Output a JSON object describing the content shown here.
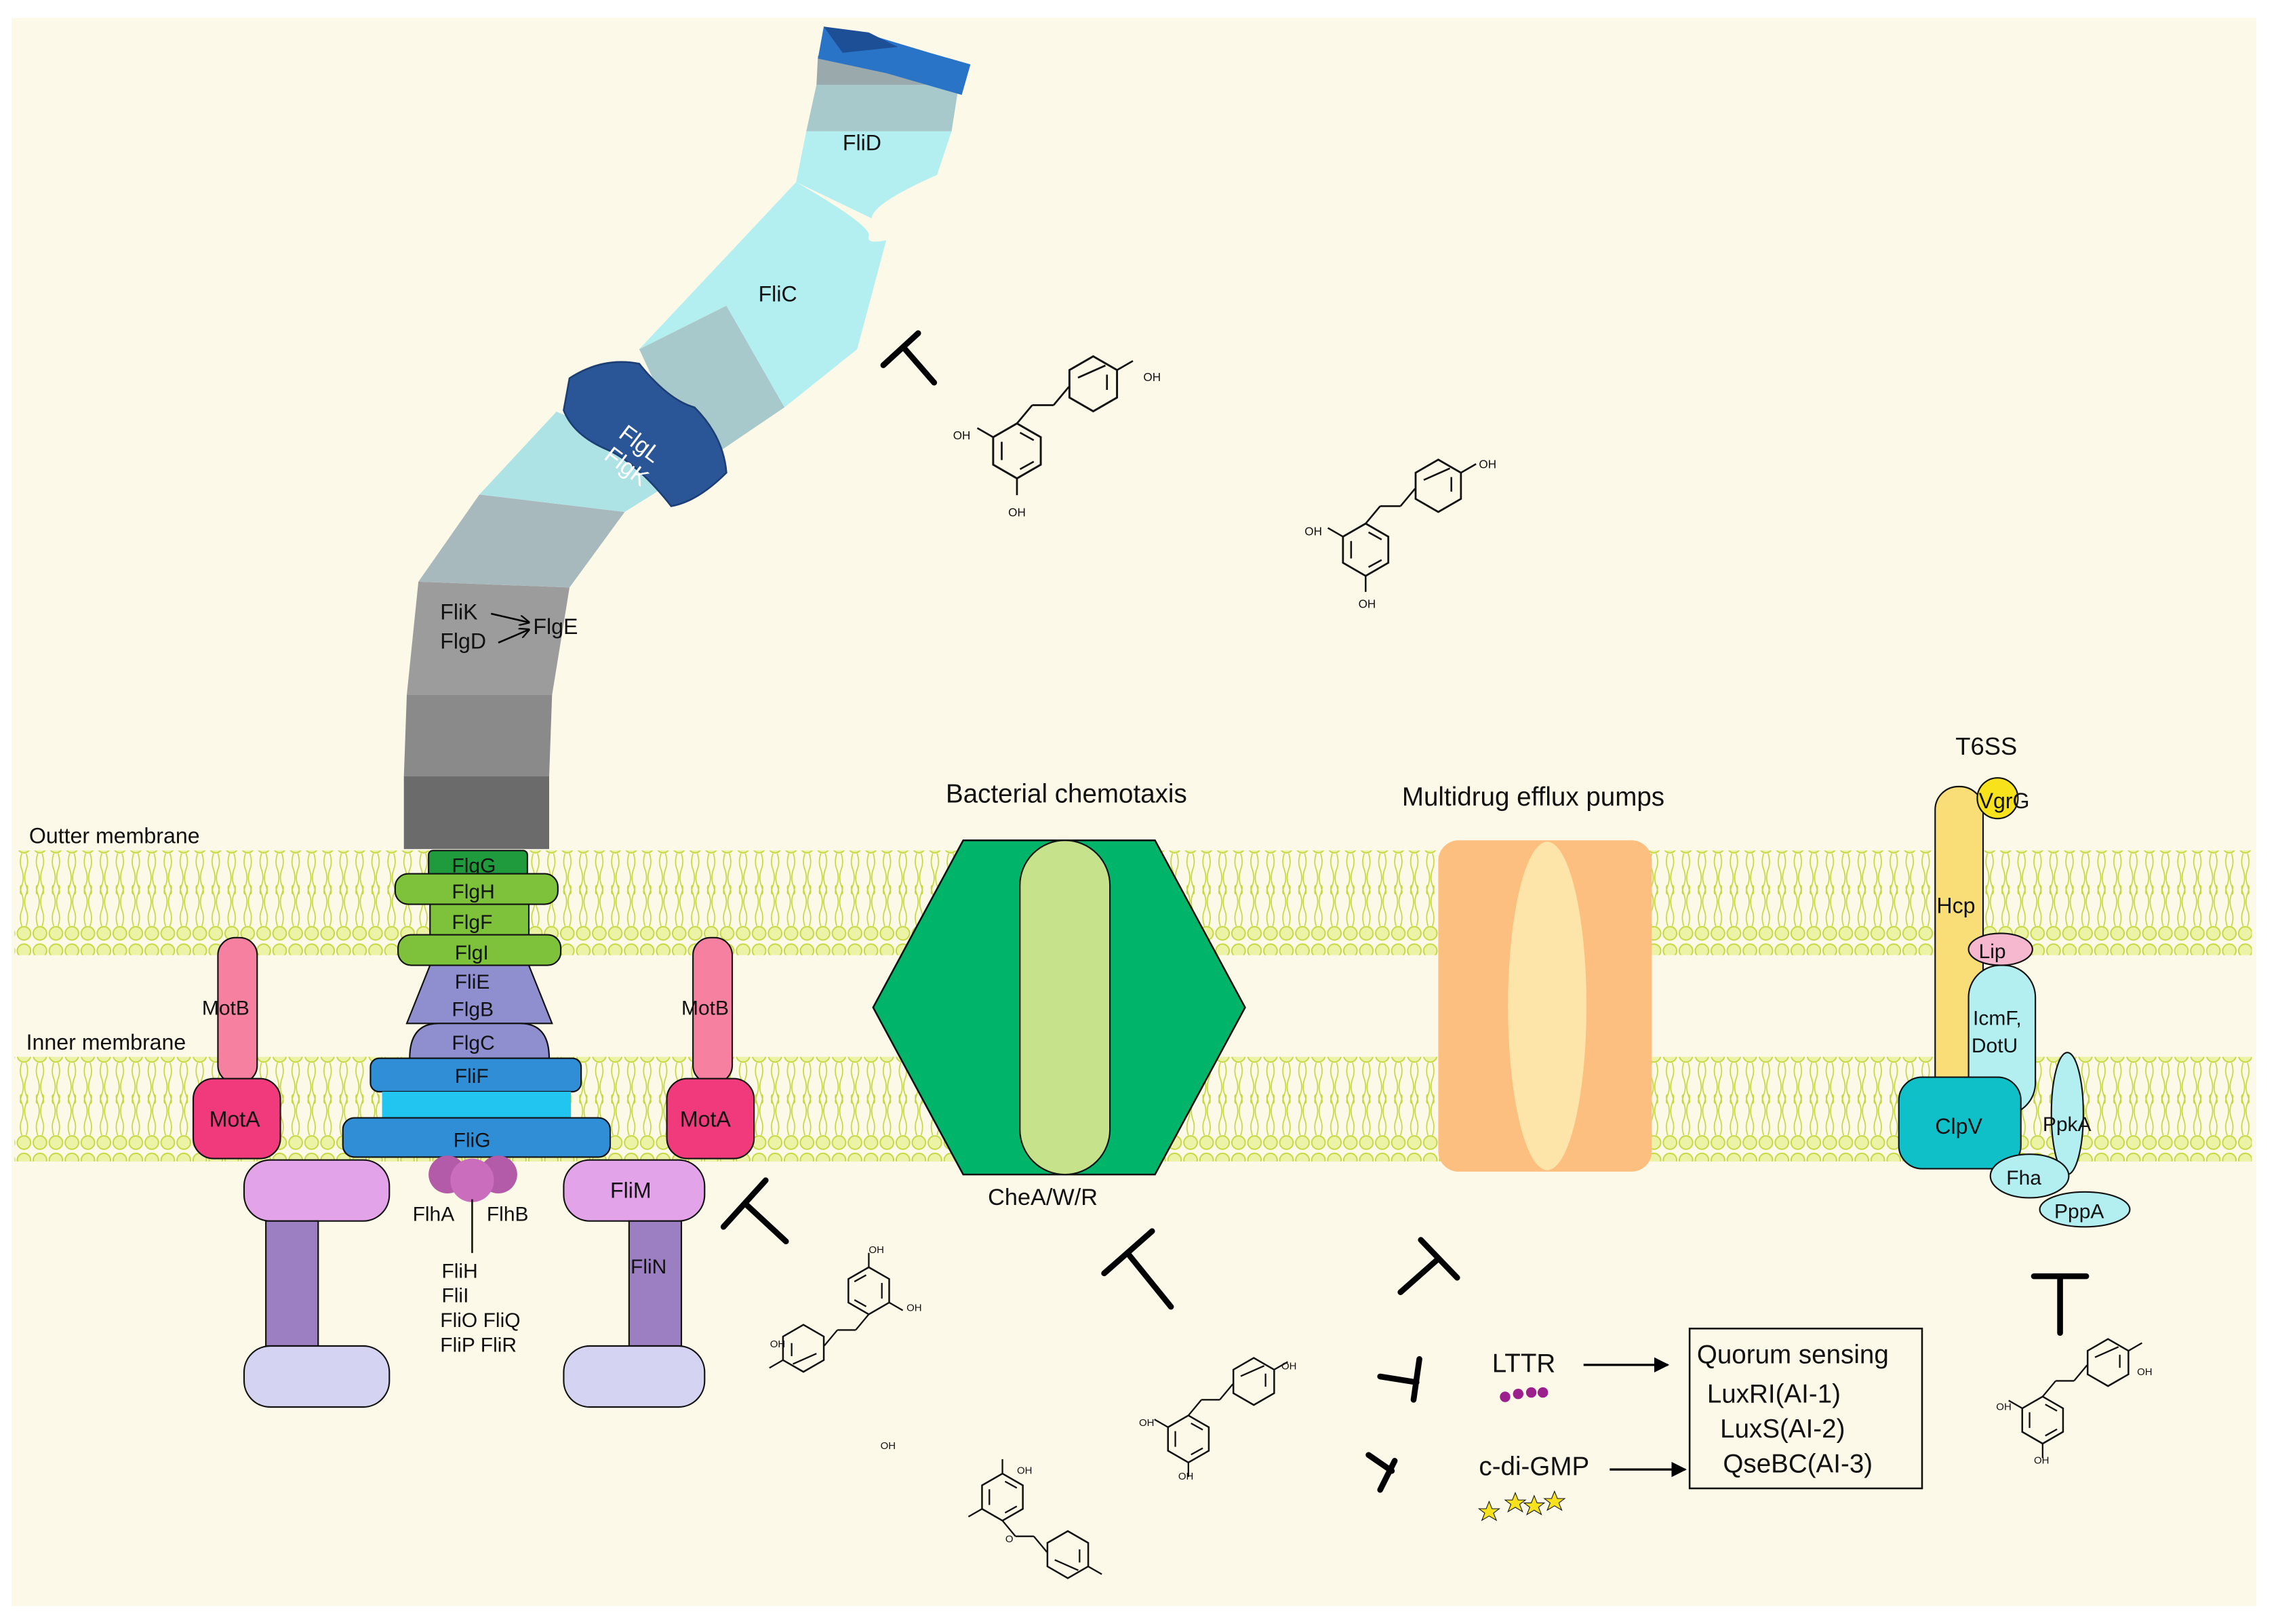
{
  "membranes": {
    "outer_label": "Outter membrane",
    "inner_label": "Inner membrane"
  },
  "flagellum": {
    "filament_cap": "FliD",
    "filament": "FliC",
    "junction_top": "FlgL",
    "junction_bottom": "FlgK",
    "hook_line1": "FliK",
    "hook_line2": "FlgD",
    "hook_target": "FlgE",
    "rings": [
      "FlgG",
      "FlgH",
      "FlgF",
      "FlgI",
      "FliE",
      "FlgB",
      "FlgC",
      "FliF",
      "FliG"
    ],
    "export_left": "FlhA",
    "export_right": "FlhB",
    "export_components": [
      "FliH",
      "FliI",
      "FliO FliQ",
      "FliP FliR"
    ],
    "switch_right": "FliM",
    "switch_right_lower": "FliN",
    "stator_b": "MotB",
    "stator_a": "MotA"
  },
  "chemotaxis": {
    "title": "Bacterial chemotaxis",
    "label": "CheA/W/R"
  },
  "efflux": {
    "title": "Multidrug efflux pumps"
  },
  "t6ss": {
    "title": "T6SS",
    "vgrg": "VgrG",
    "hcp": "Hcp",
    "lip": "Lip",
    "icmf_line1": "IcmF,",
    "icmf_line2": "DotU",
    "clpv": "ClpV",
    "ppka": "PpkA",
    "fha": "Fha",
    "pppa": "PppA"
  },
  "quorum": {
    "lttr": "LTTR",
    "cdigmp": "c-di-GMP",
    "title": "Quorum sensing",
    "items": [
      "LuxRI(AI-1)",
      "LuxS(AI-2)",
      "QseBC(AI-3)"
    ]
  },
  "molecule_atoms": {
    "oh": "OH",
    "o": "O"
  },
  "colors": {
    "background": "#fdf9e8",
    "lipid": "#d7e86a",
    "filament_light": "#b5eef0",
    "junction": "#2a5596",
    "chemotaxis_outer": "#00b46a",
    "chemotaxis_inner": "#c6e28a",
    "efflux_outer": "#fdbf80",
    "efflux_inner": "#fde4a8",
    "mot_a": "#f03a7c",
    "mot_b": "#f680a0"
  }
}
